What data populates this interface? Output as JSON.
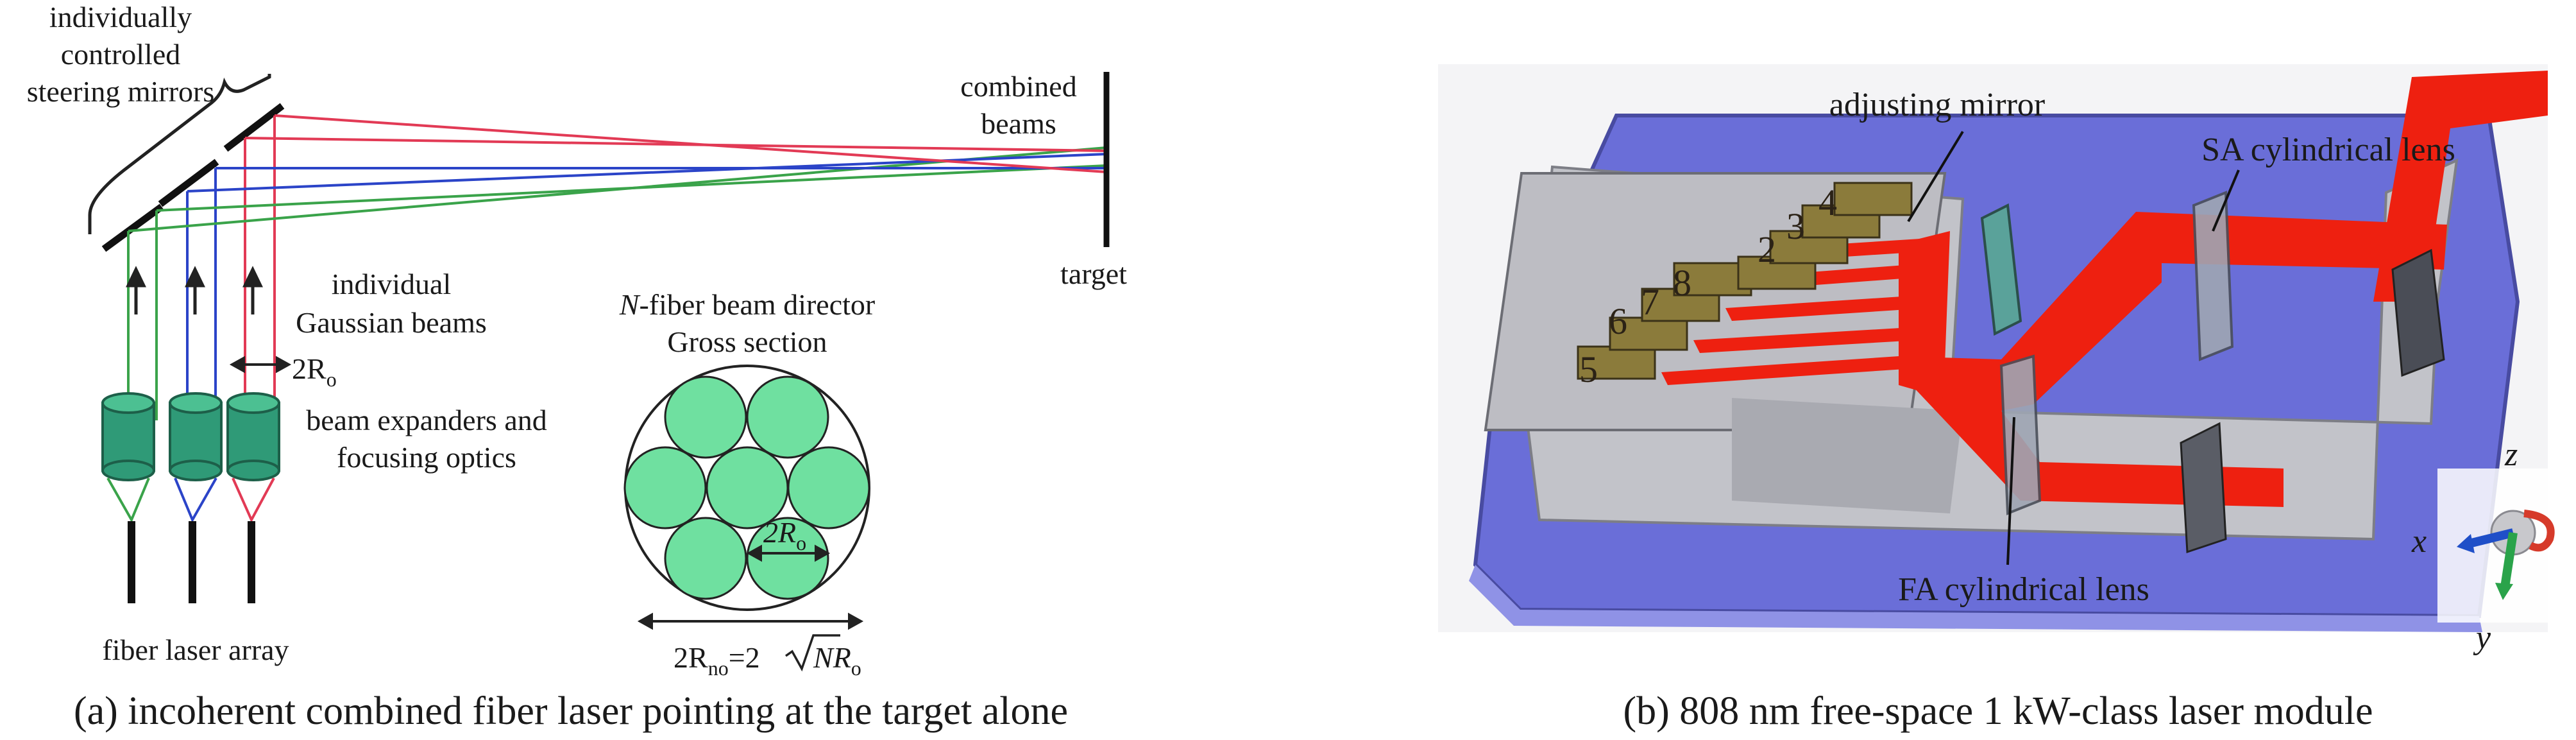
{
  "panel_a": {
    "caption": "(a) incoherent combined fiber laser pointing at the target alone",
    "steering_label": [
      "individually",
      "controlled",
      "steering mirrors"
    ],
    "combined_label": [
      "combined",
      "beams"
    ],
    "target_label": "target",
    "gaussian_label": [
      "individual",
      "Gaussian beams"
    ],
    "radius_label": {
      "base": "2R",
      "sub": "o"
    },
    "expander_label": [
      "beam expanders and",
      "focusing optics"
    ],
    "array_label": "fiber laser array",
    "director_label": {
      "italic": "N",
      "rest": "-fiber beam director",
      "line2": "Gross section"
    },
    "inner_label": {
      "base": "2R",
      "sub": "o"
    },
    "formula": {
      "lhs": "2R",
      "lhs_sub": "no",
      "eq": "=2",
      "rad": "N",
      "rhs": "R",
      "rhs_sub": "o"
    },
    "colors": {
      "green": "#3aa34a",
      "blue": "#2b44c8",
      "red": "#e23a55",
      "fiber_fill": "#6fe0a0",
      "lens_fill": "#2f9a77"
    }
  },
  "panel_b": {
    "caption": "(b) 808 nm free-space 1 kW-class laser module",
    "adjusting_label": "adjusting mirror",
    "sa_label": "SA cylindrical lens",
    "fa_label": "FA cylindrical lens",
    "numbers": [
      "2",
      "3",
      "4",
      "5",
      "6",
      "7",
      "8"
    ],
    "axes": {
      "z": "z",
      "x": "x",
      "y": "y"
    },
    "colors": {
      "beam": "#ee2010",
      "housing": "#5e62d4",
      "floor": "#b9bac0"
    }
  }
}
